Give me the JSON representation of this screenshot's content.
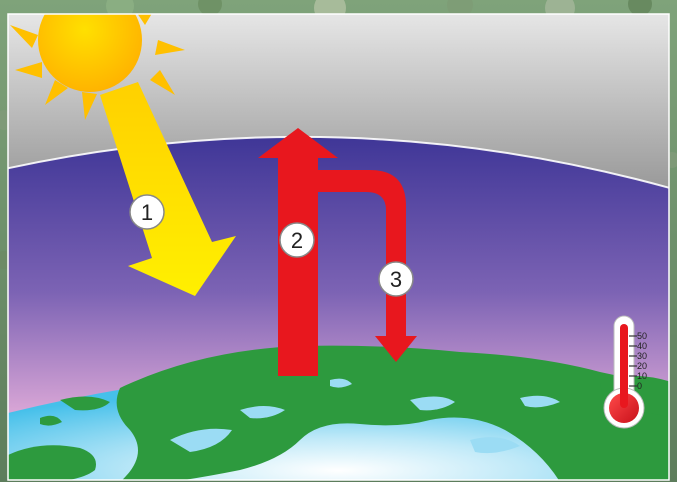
{
  "diagram": {
    "markers": [
      {
        "label": "1",
        "meaning": "incoming-sunlight"
      },
      {
        "label": "2",
        "meaning": "radiation-leaving-earth"
      },
      {
        "label": "3",
        "meaning": "radiation-returned-to-earth"
      }
    ],
    "thermometer": {
      "scale_labels": [
        "50",
        "40",
        "30",
        "20",
        "10",
        "0"
      ]
    },
    "colors": {
      "space_gray": "#9a9a9a",
      "atmosphere_top": "#43399a",
      "atmosphere_bottom": "#f0c8e4",
      "sunlight_arrow": "#f6e800",
      "heat_arrow": "#e8171e",
      "ocean": "#6fd0f0",
      "land": "#2d9a3e",
      "sun": "#ffd21a"
    }
  }
}
